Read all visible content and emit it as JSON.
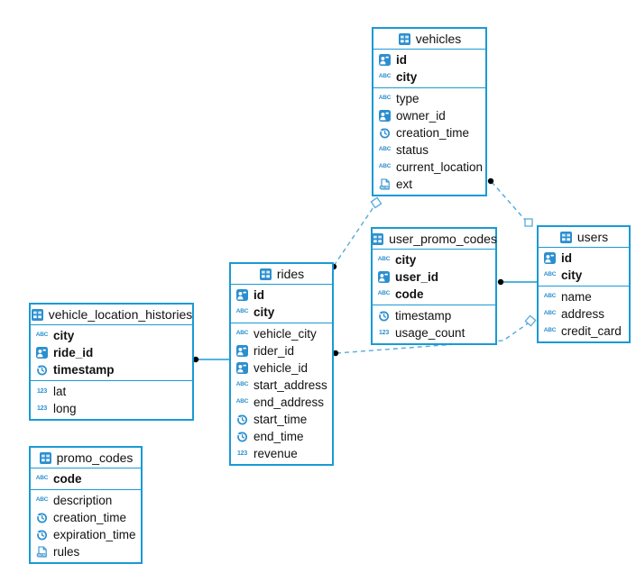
{
  "diagram": {
    "accent_color": "#1a9ad5",
    "icon_color": "#2b8fcf",
    "connector_color": "#57aadb",
    "endpoint_dot_color": "#000000",
    "tables": [
      {
        "name": "vehicles",
        "primary_key_columns": [
          {
            "name": "id",
            "icon": "person-badge-icon"
          },
          {
            "name": "city",
            "icon": "abc-icon"
          }
        ],
        "columns": [
          {
            "name": "type",
            "icon": "abc-icon"
          },
          {
            "name": "owner_id",
            "icon": "person-badge-icon"
          },
          {
            "name": "creation_time",
            "icon": "clock-icon"
          },
          {
            "name": "status",
            "icon": "abc-icon"
          },
          {
            "name": "current_location",
            "icon": "abc-icon"
          },
          {
            "name": "ext",
            "icon": "json-icon"
          }
        ]
      },
      {
        "name": "user_promo_codes",
        "primary_key_columns": [
          {
            "name": "city",
            "icon": "abc-icon"
          },
          {
            "name": "user_id",
            "icon": "person-badge-icon"
          },
          {
            "name": "code",
            "icon": "abc-icon"
          }
        ],
        "columns": [
          {
            "name": "timestamp",
            "icon": "clock-icon"
          },
          {
            "name": "usage_count",
            "icon": "number-icon"
          }
        ]
      },
      {
        "name": "users",
        "primary_key_columns": [
          {
            "name": "id",
            "icon": "person-badge-icon"
          },
          {
            "name": "city",
            "icon": "abc-icon"
          }
        ],
        "columns": [
          {
            "name": "name",
            "icon": "abc-icon"
          },
          {
            "name": "address",
            "icon": "abc-icon"
          },
          {
            "name": "credit_card",
            "icon": "abc-icon"
          }
        ]
      },
      {
        "name": "rides",
        "primary_key_columns": [
          {
            "name": "id",
            "icon": "person-badge-icon"
          },
          {
            "name": "city",
            "icon": "abc-icon"
          }
        ],
        "columns": [
          {
            "name": "vehicle_city",
            "icon": "abc-icon"
          },
          {
            "name": "rider_id",
            "icon": "person-badge-icon"
          },
          {
            "name": "vehicle_id",
            "icon": "person-badge-icon"
          },
          {
            "name": "start_address",
            "icon": "abc-icon"
          },
          {
            "name": "end_address",
            "icon": "abc-icon"
          },
          {
            "name": "start_time",
            "icon": "clock-icon"
          },
          {
            "name": "end_time",
            "icon": "clock-icon"
          },
          {
            "name": "revenue",
            "icon": "number-icon"
          }
        ]
      },
      {
        "name": "vehicle_location_histories",
        "primary_key_columns": [
          {
            "name": "city",
            "icon": "abc-icon"
          },
          {
            "name": "ride_id",
            "icon": "person-badge-icon"
          },
          {
            "name": "timestamp",
            "icon": "clock-icon"
          }
        ],
        "columns": [
          {
            "name": "lat",
            "icon": "number-icon"
          },
          {
            "name": "long",
            "icon": "number-icon"
          }
        ]
      },
      {
        "name": "promo_codes",
        "primary_key_columns": [
          {
            "name": "code",
            "icon": "abc-icon"
          }
        ],
        "columns": [
          {
            "name": "description",
            "icon": "abc-icon"
          },
          {
            "name": "creation_time",
            "icon": "clock-icon"
          },
          {
            "name": "expiration_time",
            "icon": "clock-icon"
          },
          {
            "name": "rules",
            "icon": "json-icon"
          }
        ]
      }
    ],
    "relationships": [
      {
        "from": "vehicle_location_histories",
        "to": "rides",
        "line": "solid"
      },
      {
        "from": "user_promo_codes",
        "to": "users",
        "line": "solid"
      },
      {
        "from": "rides",
        "to": "vehicles",
        "line": "dashed"
      },
      {
        "from": "vehicles",
        "to": "users",
        "line": "dashed"
      },
      {
        "from": "rides",
        "to": "users",
        "line": "dashed"
      }
    ]
  }
}
